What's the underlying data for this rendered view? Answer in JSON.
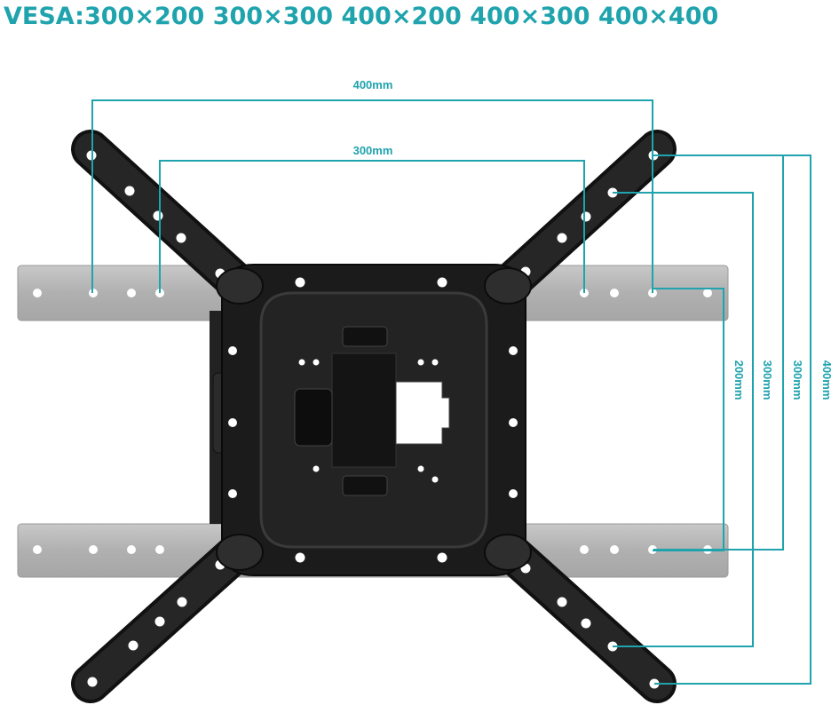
{
  "title": "VESA:300×200 300×300 400×200 400×300 400×400",
  "colors": {
    "accent": "#1fa3ad",
    "bracket": "#1a1a1a",
    "rail": "#b5b5b5"
  },
  "dimensions": {
    "horizontal_outer": "400mm",
    "horizontal_inner": "300mm",
    "vertical_1": "200mm",
    "vertical_2": "300mm",
    "vertical_3": "300mm",
    "vertical_4": "400mm"
  }
}
